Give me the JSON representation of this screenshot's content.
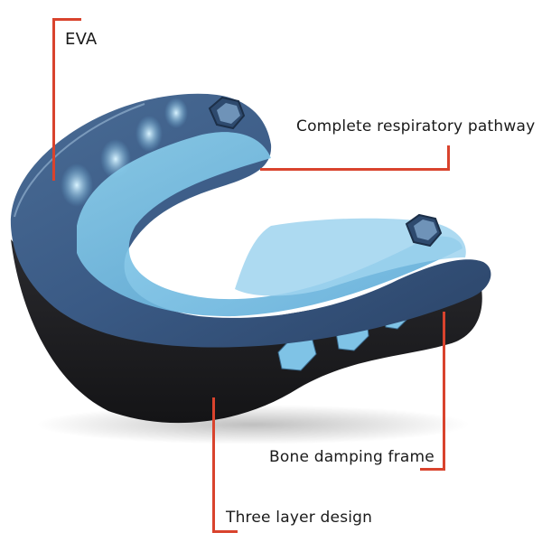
{
  "figure": {
    "subject": "mouthguard",
    "accent_color": "#d9432d",
    "labels": [
      {
        "id": "eva",
        "text": "EVA"
      },
      {
        "id": "respiratory",
        "text": "Complete respiratory pathway"
      },
      {
        "id": "bone",
        "text": "Bone damping frame"
      },
      {
        "id": "three",
        "text": "Three layer design"
      }
    ]
  }
}
